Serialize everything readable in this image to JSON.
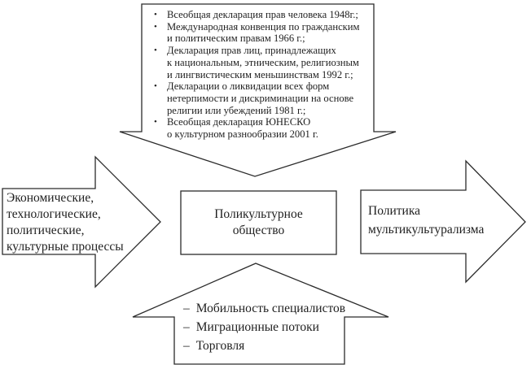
{
  "diagram": {
    "colors": {
      "stroke": "#2b2b2b",
      "text": "#1f1f1f",
      "background": "#ffffff"
    },
    "top_arrow": {
      "bullet": "•",
      "items": [
        {
          "lines": [
            "Всеобщая декларация прав человека 1948г.;"
          ]
        },
        {
          "lines": [
            "Международная конвенция по гражданским",
            "и политическим правам 1966 г.;"
          ]
        },
        {
          "lines": [
            "Декларация прав лиц, принадлежащих",
            "к национальным, этническим, религиозным",
            "и лингвистическим меньшинствам 1992 г.;"
          ]
        },
        {
          "lines": [
            "Декларации о ликвидации всех форм",
            "нетерпимости и дискриминации на основе",
            "религии или убеждений 1981 г.;"
          ]
        },
        {
          "lines": [
            "Всеобщая декларация ЮНЕСКО",
            "о культурном разнообразии 2001 г."
          ]
        }
      ]
    },
    "left_arrow": {
      "lines": [
        "Экономические,",
        "технологические,",
        "политические,",
        "культурные процессы"
      ]
    },
    "center_box": {
      "lines": [
        "Поликультурное",
        "общество"
      ]
    },
    "right_arrow": {
      "lines": [
        "Политика",
        "мультикультурализма"
      ]
    },
    "bottom_arrow": {
      "dash": "–",
      "items": [
        "Мобильность специалистов",
        "Миграционные потоки",
        "Торговля"
      ]
    }
  }
}
